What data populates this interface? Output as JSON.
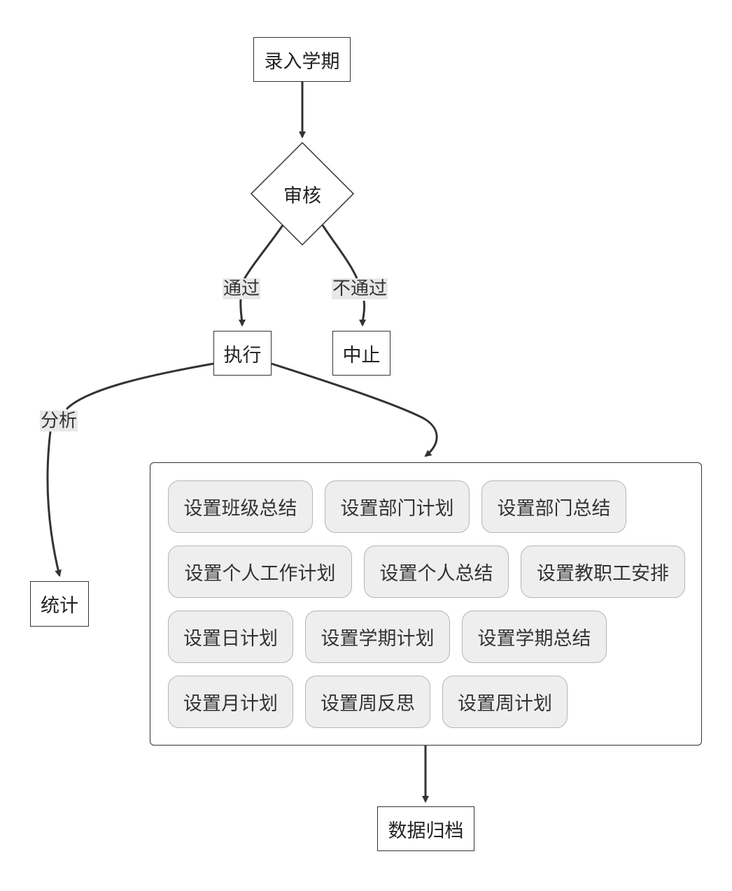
{
  "nodes": {
    "enter_term": "录入学期",
    "review": "审核",
    "execute": "执行",
    "terminate": "中止",
    "statistics": "统计",
    "archive": "数据归档"
  },
  "edge_labels": {
    "pass": "通过",
    "fail": "不通过",
    "analyze": "分析"
  },
  "settings_group": {
    "items": [
      "设置班级总结",
      "设置部门计划",
      "设置部门总结",
      "设置个人工作计划",
      "设置个人总结",
      "设置教职工安排",
      "设置日计划",
      "设置学期计划",
      "设置学期总结",
      "设置月计划",
      "设置周反思",
      "设置周计划"
    ]
  }
}
